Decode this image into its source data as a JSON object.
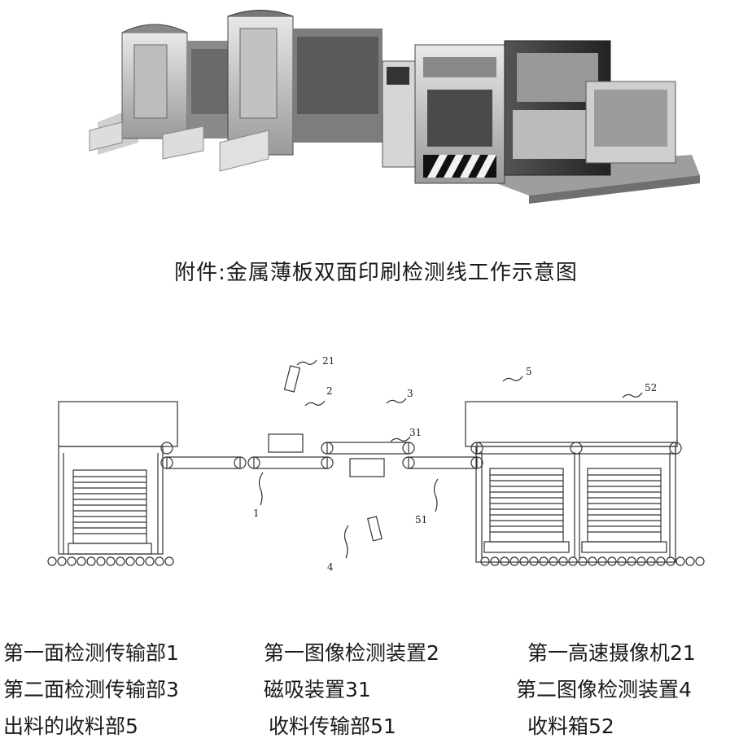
{
  "photo": {
    "alt": ""
  },
  "caption": "附件:金属薄板双面印刷检测线工作示意图",
  "diagram_labels": {
    "n1": "1",
    "n2": "2",
    "n21": "21",
    "n3": "3",
    "n31": "31",
    "n4": "4",
    "n5": "5",
    "n51": "51",
    "n52": "52"
  },
  "legend": {
    "row1": [
      "第一面检测传输部1",
      "第一图像检测装置2",
      "第一高速摄像机21"
    ],
    "row2": [
      "第二面检测传输部3",
      "磁吸装置31",
      "第二图像检测装置4"
    ],
    "row3": [
      "出料的收料部5",
      "收料传输部51",
      "收料箱52"
    ]
  }
}
